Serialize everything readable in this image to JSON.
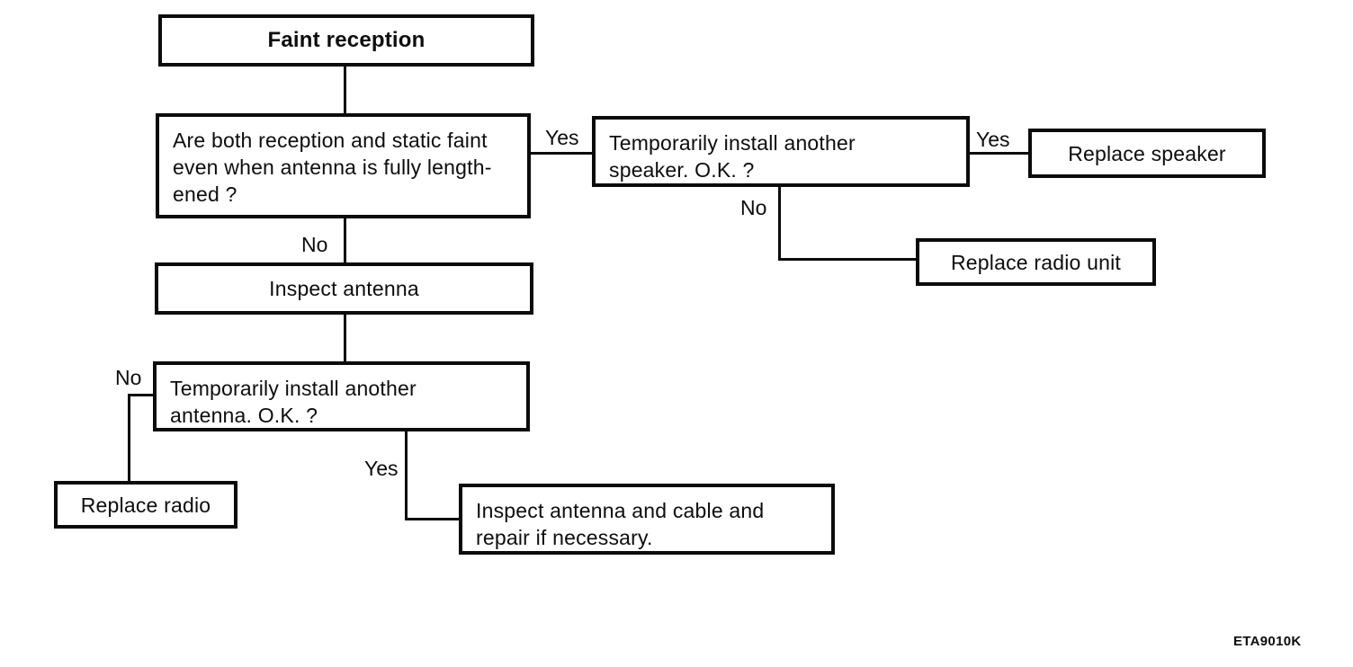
{
  "diagram": {
    "title": "Faint reception",
    "type": "troubleshooting-flowchart"
  },
  "nodes": {
    "faint_reception": {
      "label": "Faint reception"
    },
    "question_reception_static": {
      "label": "Are both reception and static faint\neven when antenna is fully length-\nened ?"
    },
    "install_speaker": {
      "label": "Temporarily install another\nspeaker. O.K. ?"
    },
    "replace_speaker": {
      "label": "Replace speaker"
    },
    "replace_radio_unit": {
      "label": "Replace radio unit"
    },
    "inspect_antenna": {
      "label": "Inspect antenna"
    },
    "install_antenna": {
      "label": "Temporarily install another\nantenna. O.K. ?"
    },
    "replace_radio": {
      "label": "Replace radio"
    },
    "inspect_cable": {
      "label": "Inspect antenna and cable and\nrepair if necessary."
    }
  },
  "edges": {
    "question_yes": {
      "label": "Yes"
    },
    "speaker_yes": {
      "label": "Yes"
    },
    "speaker_no": {
      "label": "No"
    },
    "question_no": {
      "label": "No"
    },
    "antenna_no": {
      "label": "No"
    },
    "antenna_yes": {
      "label": "Yes"
    }
  },
  "footer": {
    "ref_code": "ETA9010K"
  },
  "colors": {
    "line": "#0b0b0b",
    "background": "#ffffff"
  }
}
